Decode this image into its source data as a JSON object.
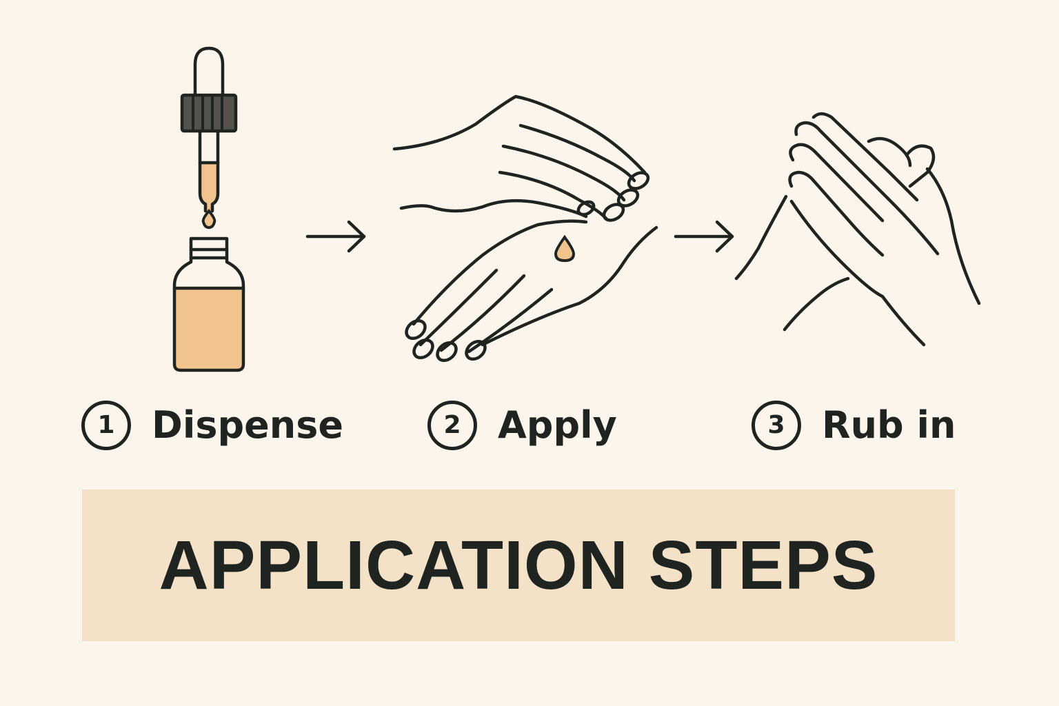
{
  "steps": [
    {
      "number": "1",
      "label": "Dispense"
    },
    {
      "number": "2",
      "label": "Apply"
    },
    {
      "number": "3",
      "label": "Rub in"
    }
  ],
  "title": "APPLICATION STEPS",
  "colors": {
    "background": "#fbf5ec",
    "banner": "#f3e2c8",
    "ink": "#1f2421",
    "serum": "#f1c48e",
    "cap": "#55524e"
  },
  "icons": [
    "dropper-icon",
    "serum-bottle-icon",
    "arrow-right-icon",
    "hands-apply-icon",
    "serum-drop-icon",
    "hands-rub-icon"
  ]
}
